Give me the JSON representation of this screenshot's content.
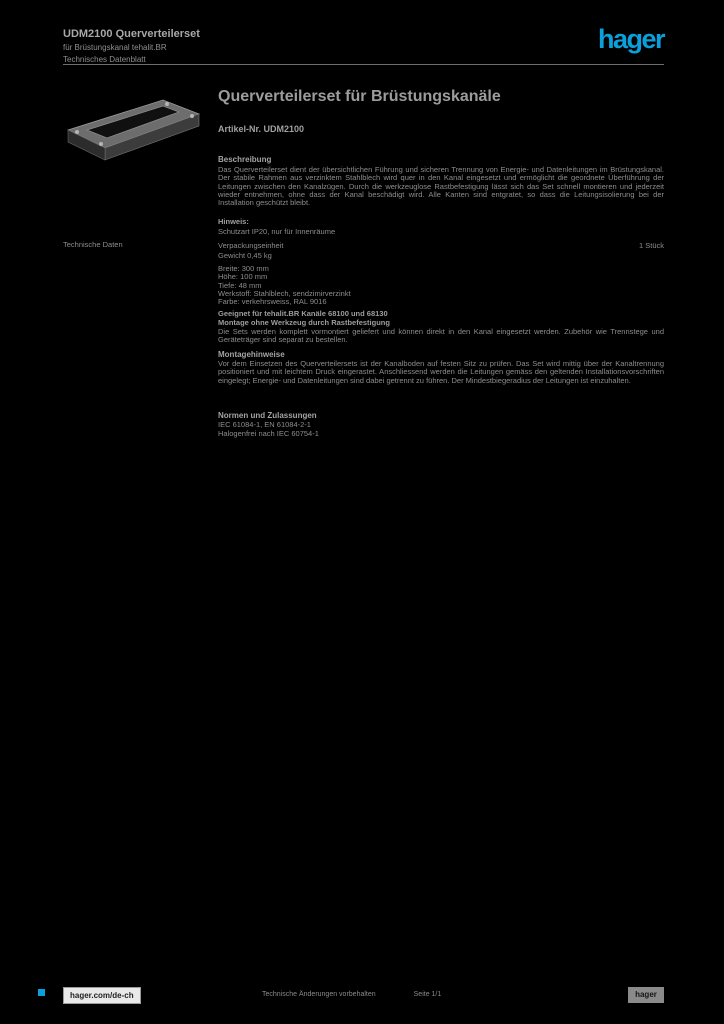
{
  "colors": {
    "accent_blue": "#0aa0dc",
    "text_gray": "#9a9a9a"
  },
  "header": {
    "line1": "UDM2100 Querverteilerset",
    "line2": "für Brüstungskanal tehalit.BR",
    "line3": "Technisches Datenblatt",
    "logo": "hager"
  },
  "left": {
    "margin_label": "Technische Daten"
  },
  "main": {
    "title": "Querverteilerset für Brüstungskanäle",
    "ref": "Artikel-Nr. UDM2100",
    "section1_head": "Beschreibung",
    "para1": "Das Querverteilerset dient der übersichtlichen Führung und sicheren Trennung von Energie- und Datenleitungen im Brüstungskanal. Der stabile Rahmen aus verzinktem Stahlblech wird quer in den Kanal eingesetzt und ermöglicht die geordnete Überführung der Leitungen zwischen den Kanalzügen. Durch die werkzeuglose Rastbefestigung lässt sich das Set schnell montieren und jederzeit wieder entnehmen, ohne dass der Kanal beschädigt wird. Alle Kanten sind entgratet, so dass die Leitungsisolierung bei der Installation geschützt bleibt.",
    "hint_label": "Hinweis:",
    "hint_text": "Schutzart IP20, nur für Innenräume",
    "tech_rows": [
      {
        "label": "Verpackungseinheit",
        "value": "1 Stück"
      },
      {
        "label": "Gewicht 0,45 kg",
        "value": ""
      }
    ],
    "specs": [
      "Breite: 300 mm",
      "Höhe: 100 mm",
      "Tiefe: 48 mm",
      "Werkstoff: Stahlblech, sendzimirverzinkt",
      "Farbe: verkehrsweiss, RAL 9016"
    ],
    "features": [
      "Geeignet für tehalit.BR Kanäle 68100 und 68130",
      "Montage ohne Werkzeug durch Rastbefestigung"
    ],
    "notes": "Die Sets werden komplett vormontiert geliefert und können direkt in den Kanal eingesetzt werden. Zubehör wie Trennstege und Geräteträger sind separat zu bestellen.",
    "section2_head": "Montagehinweise",
    "para2": "Vor dem Einsetzen des Querverteilersets ist der Kanalboden auf festen Sitz zu prüfen. Das Set wird mittig über der Kanaltrennung positioniert und mit leichtem Druck eingerastet. Anschliessend werden die Leitungen gemäss den geltenden Installationsvorschriften eingelegt; Energie- und Datenleitungen sind dabei getrennt zu führen. Der Mindestbiegeradius der Leitungen ist einzuhalten.",
    "section3_head": "Normen und Zulassungen",
    "norms": [
      "IEC 61084-1, EN 61084-2-1",
      "Halogenfrei nach IEC 60754-1"
    ]
  },
  "footer": {
    "site": "hager.com/de-ch",
    "center1": "Technische Änderungen vorbehalten",
    "center2": "Seite 1/1",
    "page_box": "hager"
  }
}
